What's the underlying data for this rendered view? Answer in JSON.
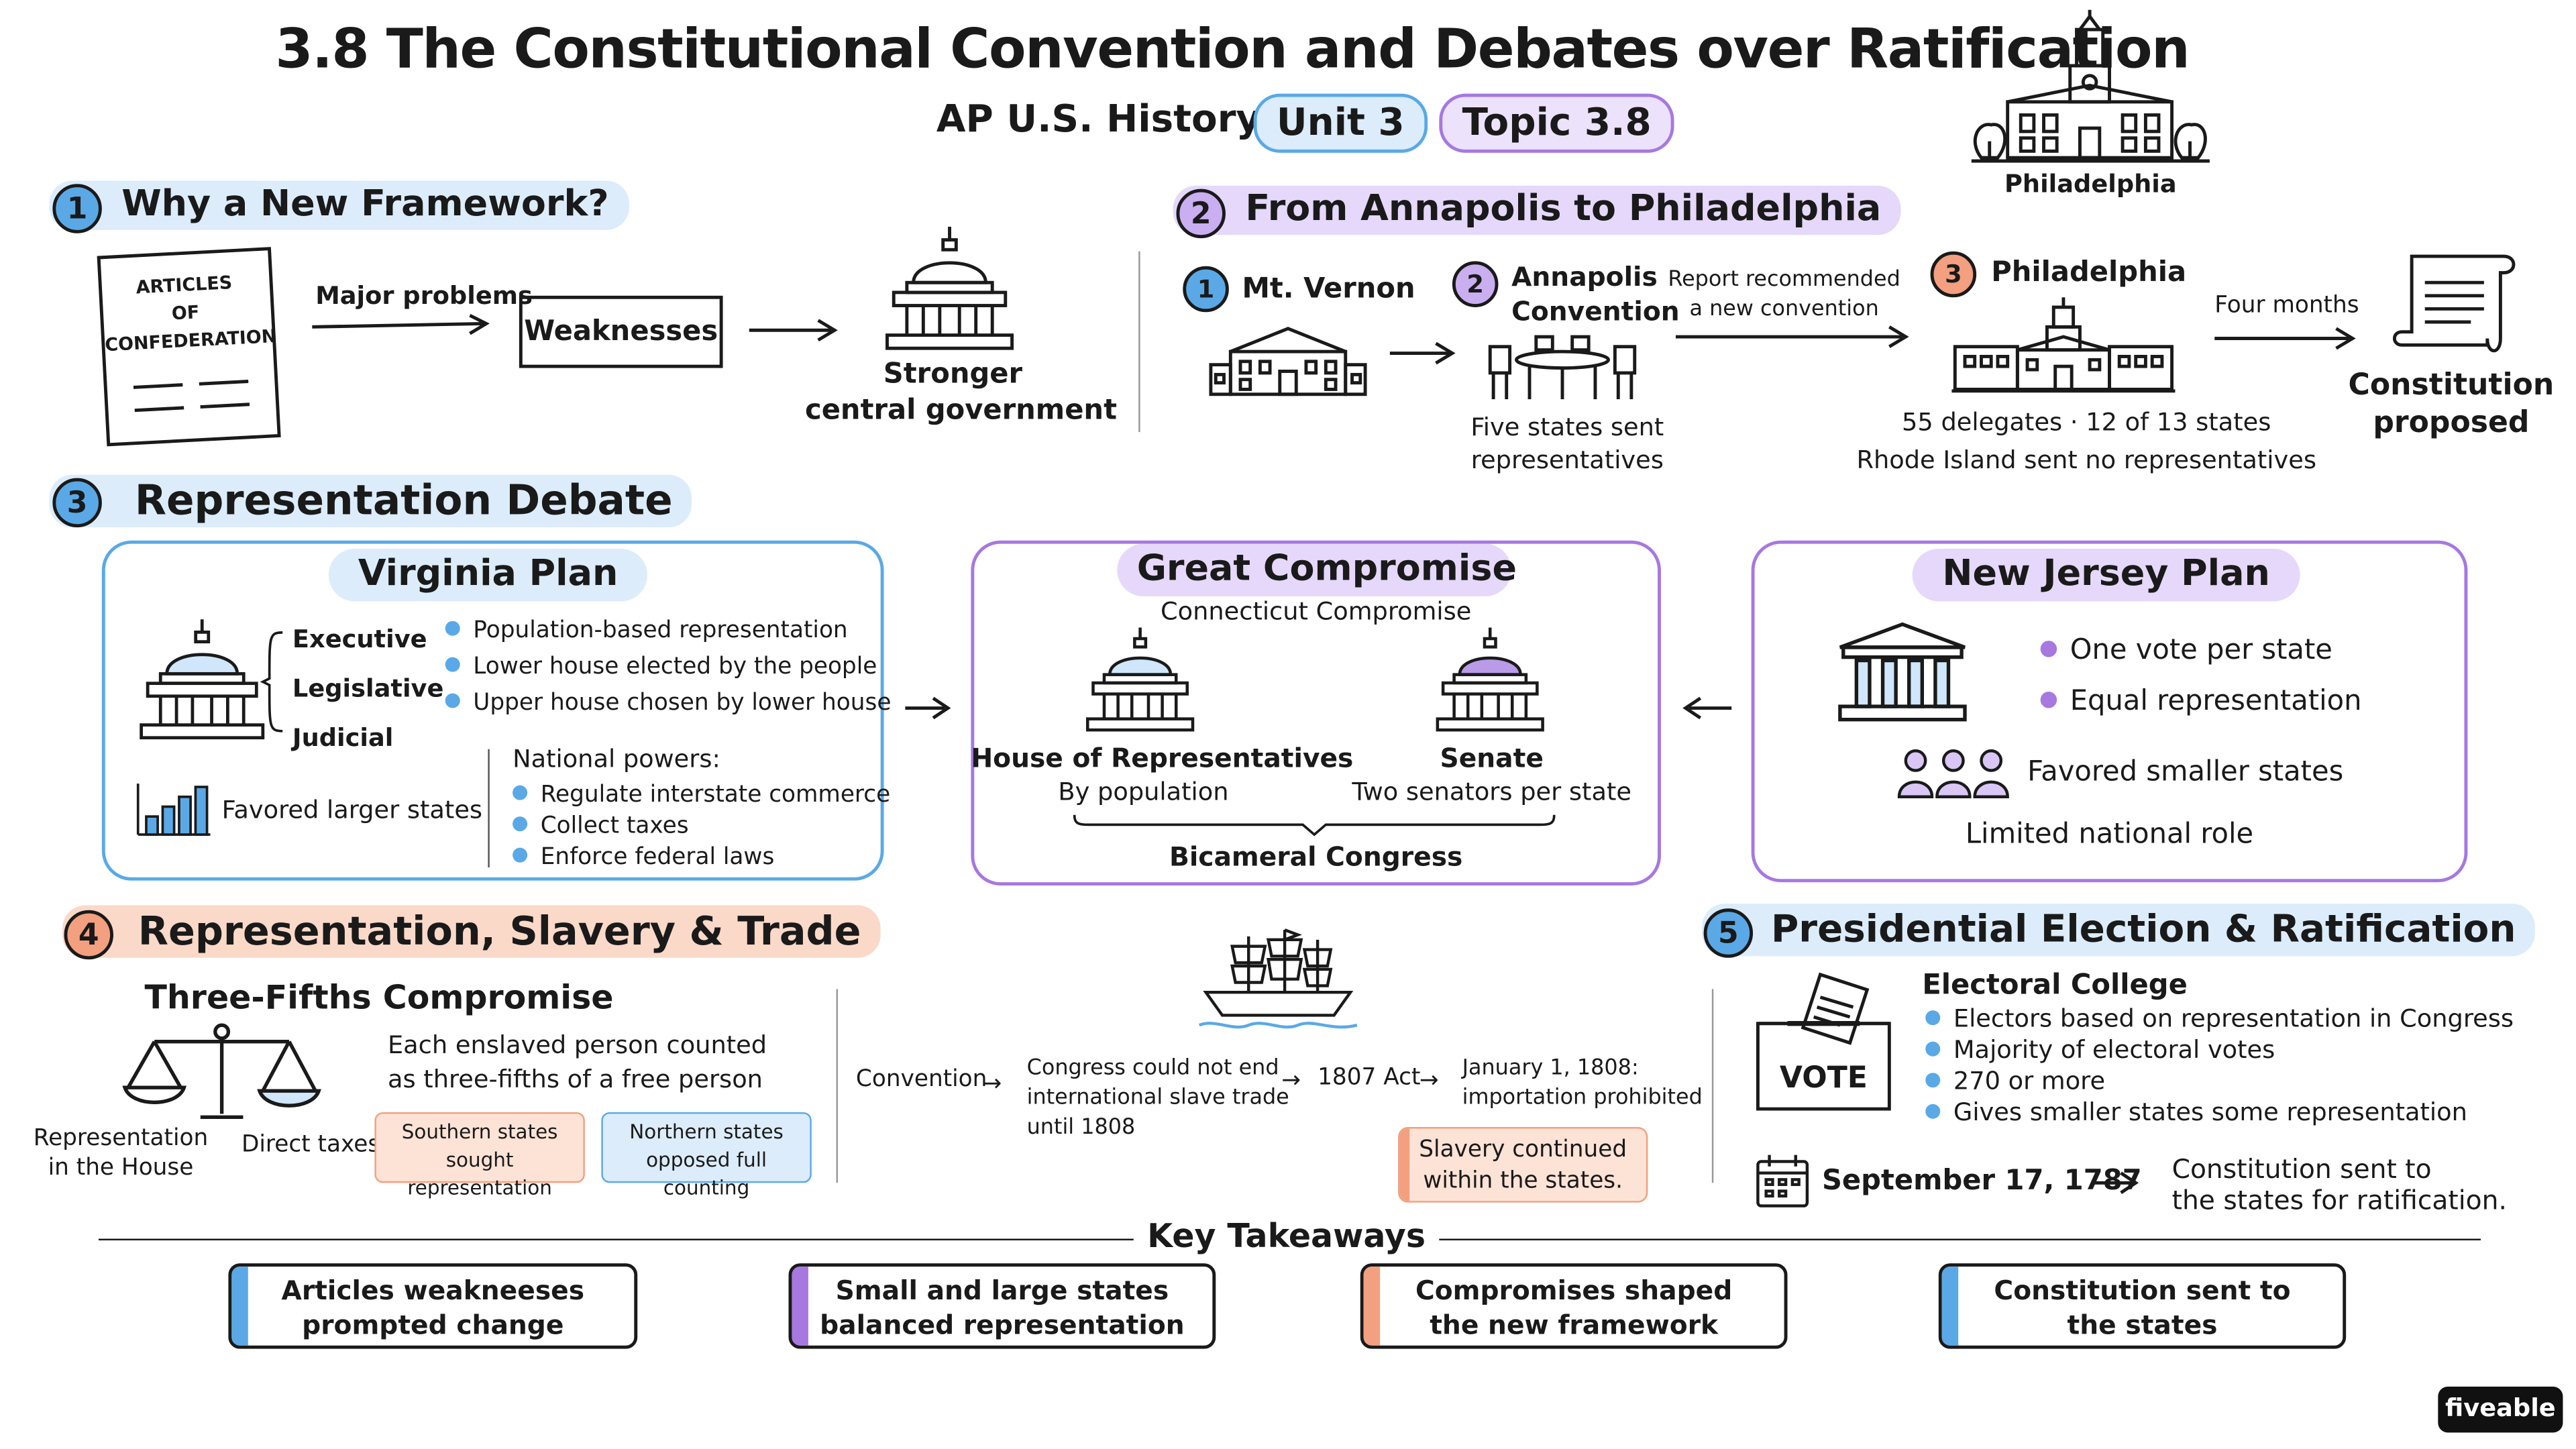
{
  "header": {
    "title": "3.8 The Constitutional Convention and Debates over Ratification",
    "course": "AP U.S. History",
    "unit": "Unit 3",
    "topic": "Topic 3.8",
    "landmark_label": "Philadelphia"
  },
  "colors": {
    "blue": "#5aa9e6",
    "purple": "#a678e0",
    "orange": "#f2a07f",
    "light_blue": "#cfe6fb",
    "light_purple": "#e6d8fa",
    "light_orange": "#fbd9c9"
  },
  "section1": {
    "number": "1",
    "title": "Why a New Framework?",
    "document": [
      "ARTICLES",
      "OF",
      "CONFEDERATION"
    ],
    "arrow_label": "Major problems",
    "box": "Weaknesses",
    "result": [
      "Stronger",
      "central government"
    ]
  },
  "section2": {
    "number": "2",
    "title": "From Annapolis to Philadelphia",
    "steps": [
      {
        "number": "1",
        "name": "Mt. Vernon"
      },
      {
        "number": "2",
        "name_lines": [
          "Annapolis",
          "Convention"
        ],
        "caption_lines": [
          "Five states sent",
          "representatives"
        ]
      },
      {
        "number": "3",
        "name": "Philadelphia",
        "caption_lines": [
          "55 delegates · 12 of 13 states",
          "Rhode Island sent no representatives"
        ]
      }
    ],
    "arrow_label_lines": [
      "Report recommended",
      "a new convention"
    ],
    "duration": "Four months",
    "outcome": [
      "Constitution",
      "proposed"
    ]
  },
  "section3": {
    "number": "3",
    "title": "Representation Debate",
    "virginia": {
      "title": "Virginia Plan",
      "branches": [
        "Executive",
        "Legislative",
        "Judicial"
      ],
      "bullets": [
        "Population-based representation",
        "Lower house elected by the people",
        "Upper house chosen by lower house"
      ],
      "favored": "Favored larger states",
      "powers_title": "National powers:",
      "powers": [
        "Regulate interstate commerce",
        "Collect taxes",
        "Enforce federal laws"
      ]
    },
    "great": {
      "title": "Great Compromise",
      "subtitle": "Connecticut Compromise",
      "house": "House of Representatives",
      "house_note": "By population",
      "senate": "Senate",
      "senate_note": "Two senators per state",
      "congress": "Bicameral Congress"
    },
    "nj": {
      "title": "New Jersey Plan",
      "bullets": [
        "One vote per state",
        "Equal representation"
      ],
      "favored": "Favored smaller states",
      "role": "Limited national role"
    }
  },
  "section4": {
    "number": "4",
    "title": "Representation, Slavery & Trade",
    "subtitle": "Three-Fifths Compromise",
    "scale_left": [
      "Representation",
      "in the House"
    ],
    "scale_right": "Direct taxes",
    "description": [
      "Each enslaved person counted",
      "as three-fifths of a free person"
    ],
    "southern": [
      "Southern states",
      "sought representation"
    ],
    "northern": [
      "Northern states",
      "opposed full counting"
    ],
    "flow": {
      "convention": "Convention",
      "congress": [
        "Congress could not end",
        "international slave trade",
        "until 1808"
      ],
      "act": "1807 Act",
      "date": [
        "January 1, 1808:",
        "importation prohibited"
      ],
      "slavery": [
        "Slavery continued",
        "within the states."
      ]
    }
  },
  "section5": {
    "number": "5",
    "title": "Presidential Election & Ratification",
    "ballot": "VOTE",
    "ec_title": "Electoral College",
    "ec_bullets": [
      "Electors based on representation in Congress",
      "Majority of electoral votes",
      "270 or more",
      "Gives smaller states some representation"
    ],
    "date": "September 17, 1787",
    "result": [
      "Constitution sent to",
      "the states for ratification."
    ]
  },
  "takeaways": {
    "title": "Key Takeaways",
    "items": [
      {
        "lines": [
          "Articles weakneeses",
          "prompted change"
        ],
        "color": "#5aa9e6"
      },
      {
        "lines": [
          "Small and large states",
          "balanced representation"
        ],
        "color": "#a678e0"
      },
      {
        "lines": [
          "Compromises shaped",
          "the new framework"
        ],
        "color": "#f2a07f"
      },
      {
        "lines": [
          "Constitution sent to",
          "the states"
        ],
        "color": "#5aa9e6"
      }
    ]
  },
  "brand": "fiveable"
}
